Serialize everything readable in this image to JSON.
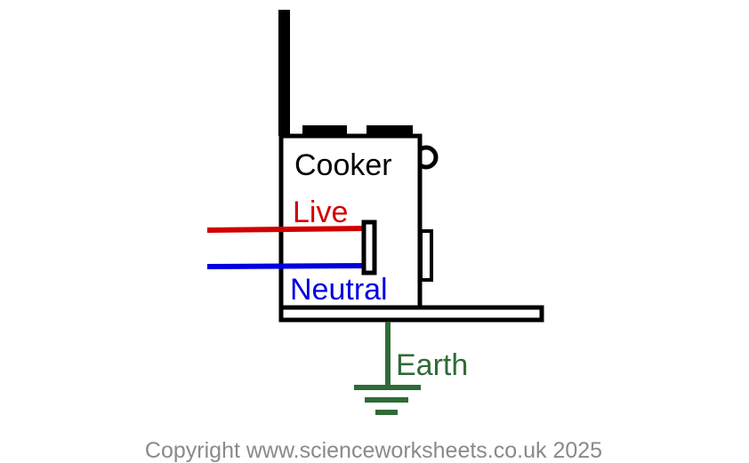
{
  "diagram": {
    "appliance_label": "Cooker",
    "live_label": "Live",
    "neutral_label": "Neutral",
    "earth_label": "Earth",
    "copyright": "Copyright www.scienceworksheets.co.uk 2025"
  },
  "colors": {
    "outline": "#000000",
    "live_wire": "#d10000",
    "neutral_wire": "#0000e0",
    "earth": "#2f6b36",
    "copyright_text": "#8a8a8a"
  }
}
